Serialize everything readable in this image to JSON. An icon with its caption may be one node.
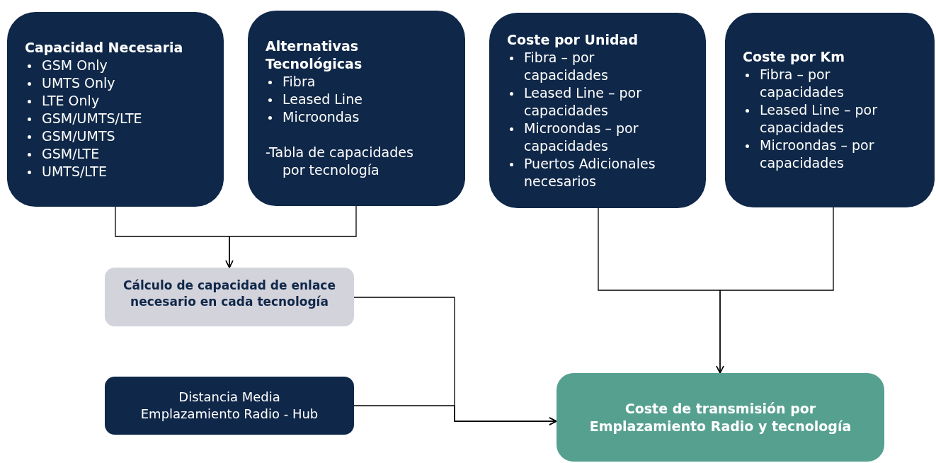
{
  "diagram": {
    "nodes": [
      {
        "text": [
          "Capacidad Necesaria",
          "GSM Only",
          "UMTS Only",
          "LTE Only",
          "GSM/UMTS/LTE",
          "GSM/UMTS",
          "GSM/LTE",
          "UMTS/LTE"
        ]
      },
      {
        "text": [
          "Alternativas Tecnológicas",
          "Fibra",
          "Leased Line",
          "Microondas",
          "-Tabla de capacidades por tecnología"
        ]
      },
      {
        "text": [
          "Coste por Unidad",
          "Fibra – por capacidades",
          "Leased Line – por capacidades",
          "Microondas – por capacidades",
          "Puertos Adicionales necesarios"
        ]
      },
      {
        "text": [
          "Coste por Km",
          "Fibra – por capacidades",
          "Leased Line – por capacidades",
          "Microondas – por capacidades"
        ]
      },
      {
        "text": [
          "Cálculo de capacidad de enlace necesario en cada tecnología"
        ]
      },
      {
        "text": [
          "Distancia Media Emplazamiento Radio - Hub"
        ]
      },
      {
        "text": [
          "Coste de transmisión por Emplazamiento Radio y tecnología"
        ]
      }
    ],
    "edges": [
      {
        "from": 0,
        "to": 4,
        "arrow": "to"
      },
      {
        "from": 1,
        "to": 4,
        "arrow": "to"
      },
      {
        "from": 2,
        "to": 6,
        "arrow": "to"
      },
      {
        "from": 3,
        "to": 6,
        "arrow": "to"
      },
      {
        "from": 4,
        "to": 6,
        "arrow": "to"
      },
      {
        "from": 5,
        "to": 6,
        "arrow": "to"
      }
    ]
  }
}
